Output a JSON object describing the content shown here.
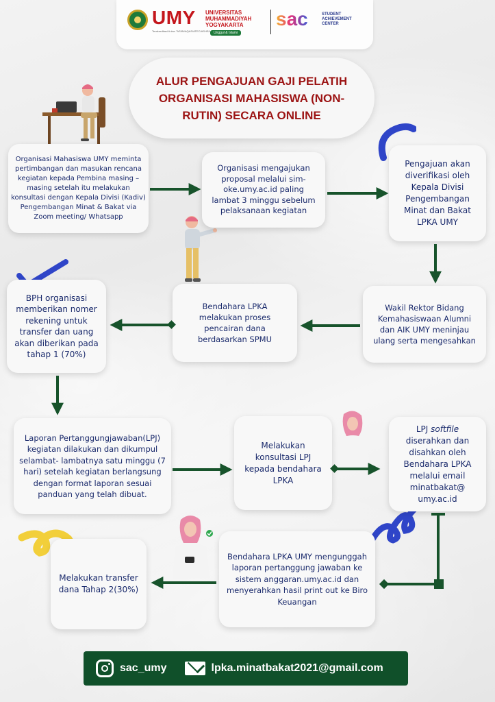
{
  "header": {
    "umy_logo_text": "UMY",
    "university_name": "UNIVERSITAS MUHAMMADIYAH YOGYAKARTA",
    "umy_tagline": "Terakreditasi A dan \"ASIIN/AQAS/ATEC/ASHE/LAMDIK\"",
    "umy_motto": "Unggul & Islami",
    "sac_logo_text": "sac",
    "sac_subtitle": "STUDENT ACHIEVEMENT CENTER"
  },
  "title": "ALUR PENGAJUAN GAJI PELATIH ORGANISASI MAHASISWA (NON-RUTIN) SECARA ONLINE",
  "steps": [
    {
      "id": "step-1",
      "text": "Organisasi Mahasiswa UMY meminta pertimbangan dan masukan rencana kegiatan kepada Pembina masing – masing setelah itu melakukan konsultasi dengan Kepala Divisi (Kadiv) Pengembangan Minat & Bakat via Zoom meeting/ Whatsapp"
    },
    {
      "id": "step-2",
      "text": "Organisasi mengajukan proposal melalui sim-oke.umy.ac.id paling lambat 3 minggu sebelum pelaksanaan kegiatan"
    },
    {
      "id": "step-3",
      "text": "Pengajuan akan diverifikasi oleh Kepala Divisi Pengembangan Minat dan Bakat LPKA UMY"
    },
    {
      "id": "step-4",
      "text": "Wakil Rektor Bidang Kemahasiswaan Alumni dan AIK UMY meninjau ulang serta mengesahkan"
    },
    {
      "id": "step-5",
      "text": "Bendahara LPKA melakukan proses pencairan dana berdasarkan SPMU"
    },
    {
      "id": "step-6",
      "text": "BPH organisasi memberikan nomer rekening untuk transfer dan uang akan diberikan pada tahap 1 (70%)"
    },
    {
      "id": "step-7",
      "text": "Laporan Pertanggungjawaban(LPJ) kegiatan dilakukan dan dikumpul selambat- lambatnya satu minggu (7 hari) setelah kegiatan berlangsung dengan format laporan sesuai panduan yang telah dibuat."
    },
    {
      "id": "step-8",
      "text": "Melakukan konsultasi LPJ kepada bendahara LPKA"
    },
    {
      "id": "step-9a",
      "text": "LPJ "
    },
    {
      "id": "step-9b",
      "text": "softfile"
    },
    {
      "id": "step-9c",
      "text": " diserahkan dan disahkan oleh Bendahara LPKA melalui email minatbakat@ umy.ac.id"
    },
    {
      "id": "step-10",
      "text": "Bendahara LPKA UMY mengunggah laporan pertanggung jawaban ke sistem anggaran.umy.ac.id dan menyerahkan hasil print out ke Biro Keuangan"
    },
    {
      "id": "step-11",
      "text": "Melakukan transfer dana Tahap 2(30%)"
    }
  ],
  "footer": {
    "instagram": "sac_umy",
    "email": "lpka.minatbakat2021@gmail.com"
  },
  "colors": {
    "title_red": "#9c1414",
    "card_text_navy": "#1a2a6c",
    "arrow_green": "#17532b",
    "footer_green": "#10502a",
    "umy_red": "#c4161c",
    "accent_blue": "#2f45c8",
    "accent_yellow": "#f2cf3a"
  },
  "icons": [
    "instagram-icon",
    "mail-icon",
    "checkmark-icon",
    "curl-decoration",
    "person-illustration"
  ]
}
